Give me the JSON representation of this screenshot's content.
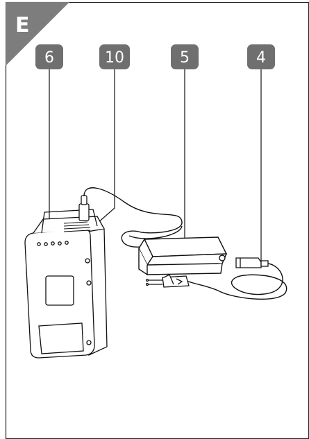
{
  "figure": {
    "section_label": "E",
    "callouts": [
      {
        "id": "6",
        "label": "6"
      },
      {
        "id": "10",
        "label": "10"
      },
      {
        "id": "5",
        "label": "5"
      },
      {
        "id": "4",
        "label": "4"
      }
    ],
    "parts": {
      "battery": "battery-pack",
      "adapter": "power-adapter",
      "connector": "dc-connector",
      "plug": "mains-plug",
      "appliance_connector": "appliance-connector"
    }
  },
  "colors": {
    "corner": "#7d7d7d",
    "callout": "#6f6f6f",
    "frame": "#222222",
    "line": "#111111"
  }
}
